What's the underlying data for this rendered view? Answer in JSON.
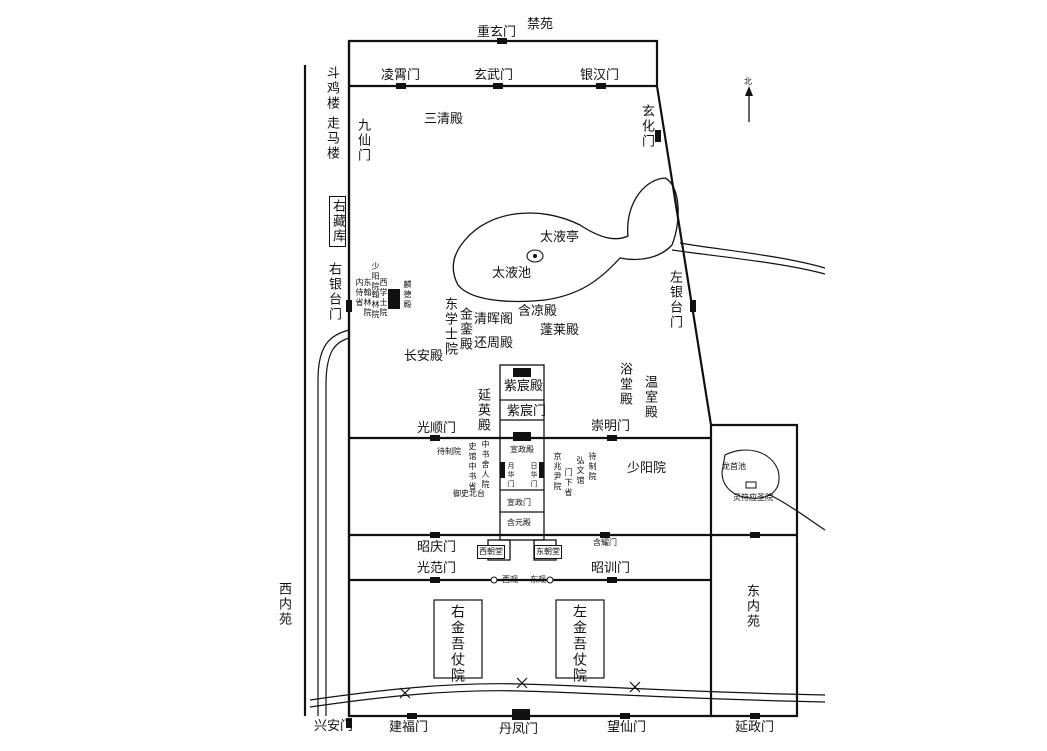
{
  "labels": {
    "jinyuan": "禁苑",
    "chongxuanmen": "重玄门",
    "lingxiaomen": "凌霄门",
    "xuanwumen": "玄武门",
    "yinhanmen": "银汉门",
    "sanqingdian": "三清殿",
    "jiuxianmen": "九仙门",
    "xuanhuamen": "玄化门",
    "doujilou": "斗鸡楼",
    "zoumalou": "走马楼",
    "youcangku": "右藏库",
    "youyintaimen": "右银台门",
    "zuoyintaimen": "左银台门",
    "taiyeting": "太液亭",
    "taiyechi": "太液池",
    "shaoyangyuan_small": "少阳院",
    "xixueshiyuan": "西学士院",
    "hanlinyuan": "翰林院",
    "dongneishiyuan": "东翰林院",
    "neishijian": "内侍省",
    "linde": "麟德殿",
    "dongxueshiyuan": "东学士院",
    "jinluandian": "金銮殿",
    "qinghuige": "清晖阁",
    "hanliangdian": "含凉殿",
    "penglaidian": "蓬莱殿",
    "changandian": "长安殿",
    "huanzhoudian": "还周殿",
    "zichendian": "紫宸殿",
    "zichenmen": "紫宸门",
    "yanyingdian": "延英殿",
    "yutangdian": "浴堂殿",
    "wenshidian": "温室殿",
    "guangshunmen": "光顺门",
    "chongmingmen": "崇明门",
    "daizhiyuan": "待制院",
    "shiguan": "史馆",
    "zhongshusheng": "中书省",
    "zhongshushe": "中书舍人院",
    "xuanzhengdian": "宣政殿",
    "yuehuamen": "月华门",
    "rihuamen": "日华门",
    "jingzhaoyin": "京兆尹院",
    "menxiasheng": "门下省",
    "hongwenguan": "弘文馆",
    "daizhiyuan2": "待制院",
    "shaoyangyuan": "少阳院",
    "yushitai": "御史北台",
    "xuanzhengmen": "宣政门",
    "hanyuandian": "含元殿",
    "xichaotang": "西朝堂",
    "dongchaotang": "东朝堂",
    "zhaoqingmen": "昭庆门",
    "hanyaomen": "含耀门",
    "guangfanmen": "光范门",
    "zhaoxunmen": "昭训门",
    "xiguan": "西观",
    "dongguan": "东观",
    "xineiyuan": "西内苑",
    "dongneiyuan": "东内苑",
    "youjinwu": "右金吾仗院",
    "zuojinwu": "左金吾仗院",
    "longshouchi": "龙首池",
    "lingfuyingsheng": "灵符应圣院",
    "xinganmen": "兴安门",
    "jianfumen": "建福门",
    "danfengmen": "丹凤门",
    "wangxianmen": "望仙门",
    "yanzhengmen": "延政门",
    "north": "北"
  }
}
